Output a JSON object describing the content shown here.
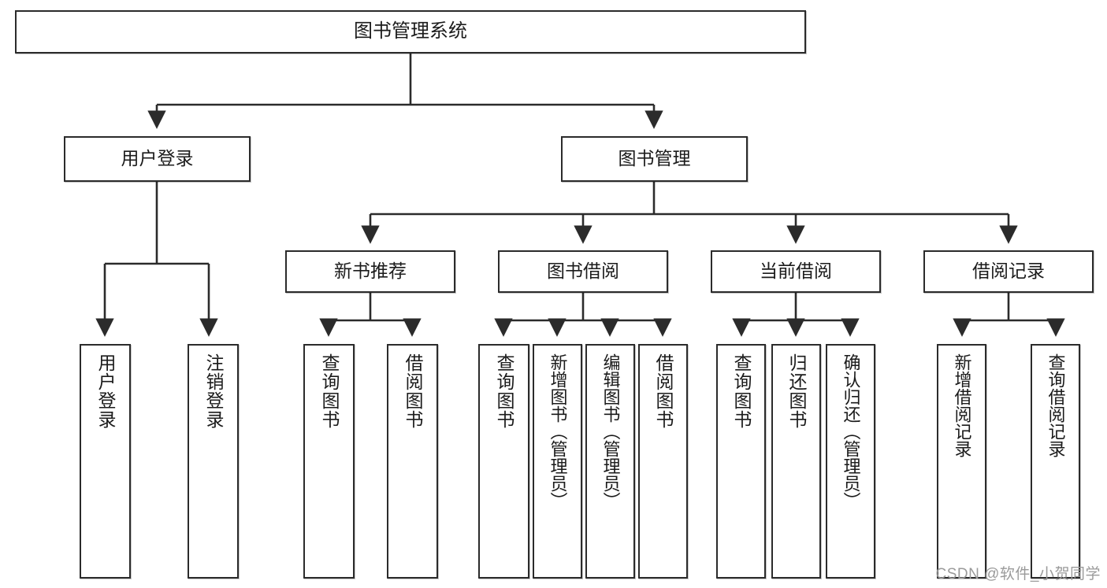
{
  "diagram": {
    "title": "图书管理系统",
    "type": "tree-hierarchy-diagram",
    "watermark": "CSDN @软件_小贺同学",
    "colors": {
      "box_border": "#2b2b2b",
      "box_fill": "#ffffff",
      "connector": "#2b2b2b",
      "text": "#1b1b1b",
      "watermark": "#9a9a9a"
    },
    "root": {
      "label": "图书管理系统"
    },
    "level2": [
      {
        "label": "用户登录"
      },
      {
        "label": "图书管理"
      }
    ],
    "level3": [
      {
        "label": "新书推荐"
      },
      {
        "label": "图书借阅"
      },
      {
        "label": "当前借阅"
      },
      {
        "label": "借阅记录"
      }
    ],
    "leaves_user_login": [
      {
        "label": "用户登录"
      },
      {
        "label": "注销登录"
      }
    ],
    "leaves_new_book": [
      {
        "label": "查询图书"
      },
      {
        "label": "借阅图书"
      }
    ],
    "leaves_borrow": [
      {
        "label": "查询图书"
      },
      {
        "label": "新增图书（管理员）"
      },
      {
        "label": "编辑图书（管理员）"
      },
      {
        "label": "借阅图书"
      }
    ],
    "leaves_current": [
      {
        "label": "查询图书"
      },
      {
        "label": "归还图书"
      },
      {
        "label": "确认归还（管理员）"
      }
    ],
    "leaves_records": [
      {
        "label": "新增借阅记录"
      },
      {
        "label": "查询借阅记录"
      }
    ]
  }
}
